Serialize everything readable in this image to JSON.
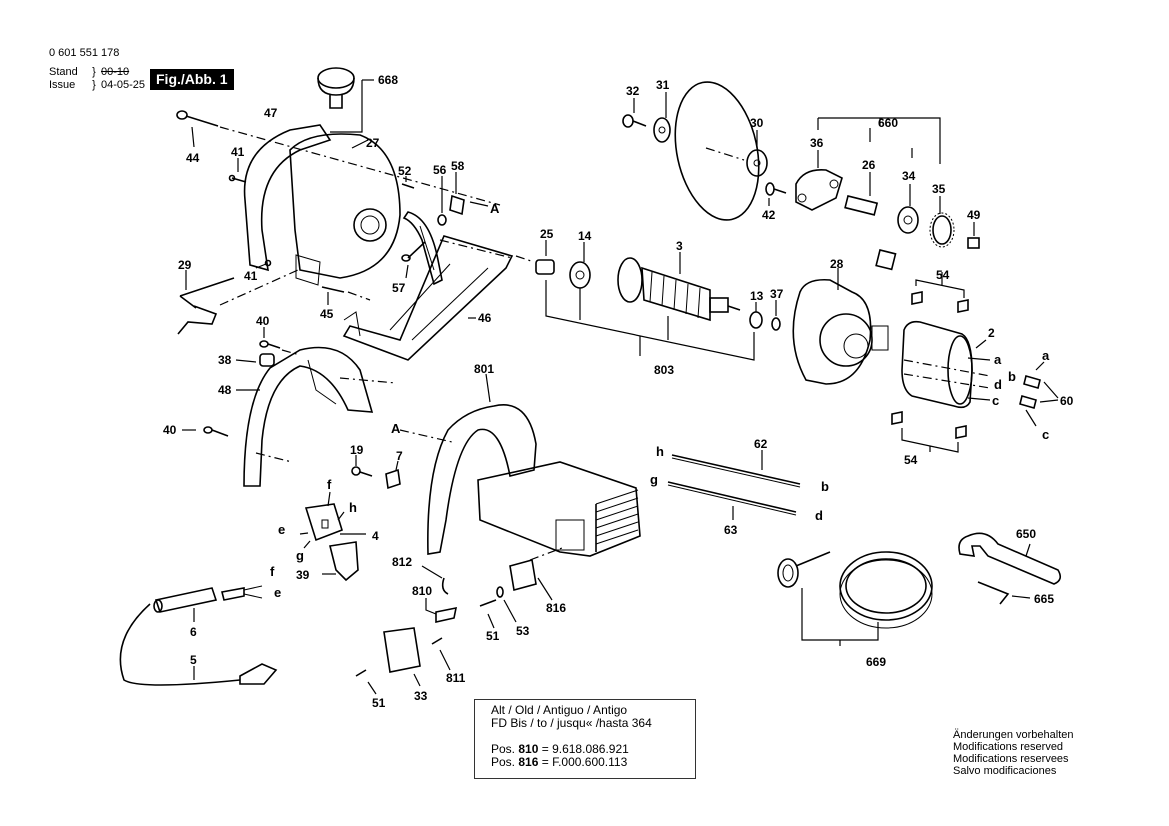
{
  "header": {
    "part_number": "0 601 551 178",
    "stand_label": "Stand",
    "issue_label": "Issue",
    "brace": "}",
    "old_date": "00-10",
    "issue_date": "04-05-25",
    "figure_badge": "Fig./Abb. 1"
  },
  "callouts": {
    "p668": "668",
    "p47": "47",
    "p27": "27",
    "p44": "44",
    "p41a": "41",
    "p41b": "41",
    "p52": "52",
    "p56": "56",
    "p58": "58",
    "pA1": "A",
    "p29": "29",
    "p45": "45",
    "p57": "57",
    "p46": "46",
    "p40a": "40",
    "p38": "38",
    "p48": "48",
    "p40b": "40",
    "p19": "19",
    "p7": "7",
    "pA2": "A",
    "p801": "801",
    "p32": "32",
    "p31": "31",
    "p30": "30",
    "p36": "36",
    "p660": "660",
    "p26": "26",
    "p34": "34",
    "p35": "35",
    "p49": "49",
    "p42": "42",
    "p25": "25",
    "p14": "14",
    "p3": "3",
    "p13": "13",
    "p37": "37",
    "p803": "803",
    "p28": "28",
    "p54a": "54",
    "p2": "2",
    "p54b": "54",
    "p60": "60",
    "la1": "a",
    "lb1": "b",
    "ld1": "d",
    "lc1": "c",
    "la2": "a",
    "lc2": "c",
    "p62": "62",
    "p63": "63",
    "lh": "h",
    "lg": "g",
    "lb2": "b",
    "ld2": "d",
    "p4": "4",
    "lf1": "f",
    "lh2": "h",
    "le1": "e",
    "lg2": "g",
    "p39": "39",
    "lf2": "f",
    "le2": "e",
    "p6": "6",
    "p5": "5",
    "p812": "812",
    "p810": "810",
    "p51a": "51",
    "p53": "53",
    "p816": "816",
    "p811": "811",
    "p33": "33",
    "p51b": "51",
    "p650": "650",
    "p665": "665",
    "p669": "669"
  },
  "note_box": {
    "line1": "Alt / Old / Antiguo / Antigo",
    "line2": "FD Bis / to / jusqu« /hasta  364",
    "pos_label": "Pos.",
    "pos1_num": "810",
    "pos1_value": "= 9.618.086.921",
    "pos2_num": "816",
    "pos2_value": "= F.000.600.113"
  },
  "modifications": [
    "Änderungen vorbehalten",
    "Modifications reserved",
    "Modifications reservees",
    "Salvo modificaciones"
  ]
}
